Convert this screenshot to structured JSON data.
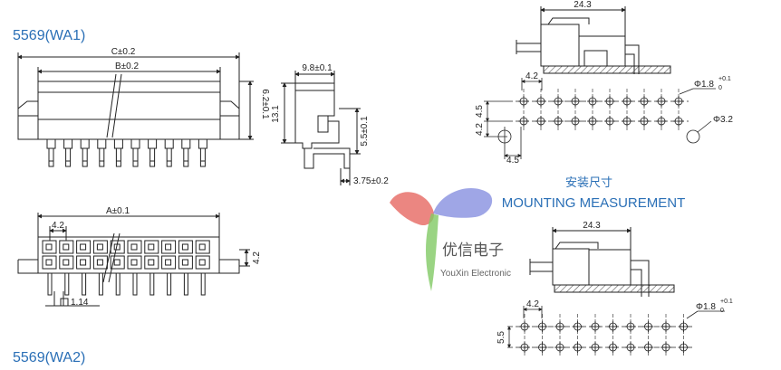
{
  "titles": {
    "wa1": "5569(WA1)",
    "wa2": "5569(WA2)",
    "mounting_cn": "安装尺寸",
    "mounting_en": "MOUNTING MEASUREMENT"
  },
  "logo": {
    "name_cn": "优信电子",
    "name_en": "YouXin Electronic"
  },
  "dims": {
    "c": "C±0.2",
    "b": "B±0.2",
    "a": "A±0.1",
    "h62": "6.2±0.1",
    "w98": "9.8±0.1",
    "h131": "13.1",
    "h55": "5.5±0.1",
    "h375": "3.75±0.2",
    "pitch42": "4.2",
    "sq114": "1.14",
    "w243": "24.3",
    "h45": "4.5",
    "d32": "Φ3.2",
    "d18": "Φ1.8",
    "tol": "+0.1",
    "zero": "0",
    "h55b": "5.5"
  },
  "colors": {
    "title_blue": "#2a6fb6",
    "line": "#222222",
    "logo_red": "#e0413a",
    "logo_blue": "#6a74d8",
    "logo_green": "#6cc04a",
    "hatch": "#555555"
  }
}
